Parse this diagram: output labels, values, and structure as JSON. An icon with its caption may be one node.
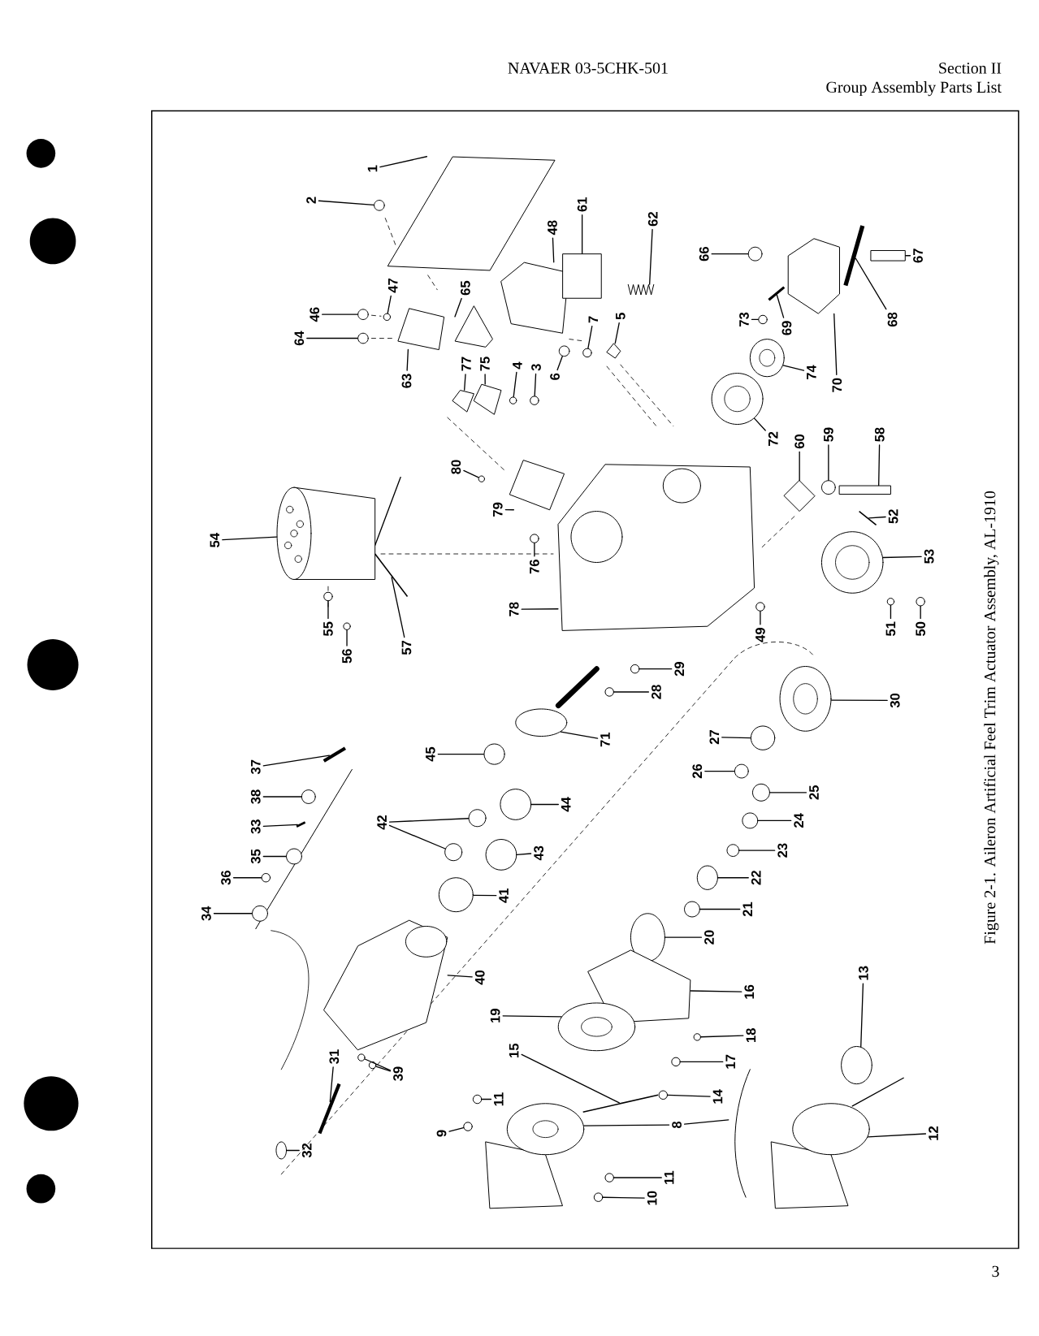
{
  "diagram": {
    "caption": "Figure 2-1. Aileron Artificial Feel Trim Actuator Assembly, AL-1910",
    "nodes": [
      {
        "text": [
          "1"
        ]
      },
      {
        "text": [
          "2"
        ]
      },
      {
        "text": [
          "46"
        ]
      },
      {
        "text": [
          "47"
        ]
      },
      {
        "text": [
          "64"
        ]
      },
      {
        "text": [
          "63"
        ]
      },
      {
        "text": [
          "65"
        ]
      },
      {
        "text": [
          "77"
        ]
      },
      {
        "text": [
          "75"
        ]
      },
      {
        "text": [
          "4"
        ]
      },
      {
        "text": [
          "3"
        ]
      },
      {
        "text": [
          "6"
        ]
      },
      {
        "text": [
          "7"
        ]
      },
      {
        "text": [
          "5"
        ]
      },
      {
        "text": [
          "48"
        ]
      },
      {
        "text": [
          "61"
        ]
      },
      {
        "text": [
          "62"
        ]
      },
      {
        "text": [
          "66"
        ]
      },
      {
        "text": [
          "67"
        ]
      },
      {
        "text": [
          "68"
        ]
      },
      {
        "text": [
          "73"
        ]
      },
      {
        "text": [
          "69"
        ]
      },
      {
        "text": [
          "74"
        ]
      },
      {
        "text": [
          "70"
        ]
      },
      {
        "text": [
          "72"
        ]
      },
      {
        "text": [
          "60"
        ]
      },
      {
        "text": [
          "59"
        ]
      },
      {
        "text": [
          "58"
        ]
      },
      {
        "text": [
          "80"
        ]
      },
      {
        "text": [
          "79"
        ]
      },
      {
        "text": [
          "54"
        ]
      },
      {
        "text": [
          "76"
        ]
      },
      {
        "text": [
          "78"
        ]
      },
      {
        "text": [
          "55"
        ]
      },
      {
        "text": [
          "56"
        ]
      },
      {
        "text": [
          "57"
        ]
      },
      {
        "text": [
          "49"
        ]
      },
      {
        "text": [
          "51"
        ]
      },
      {
        "text": [
          "50"
        ]
      },
      {
        "text": [
          "52"
        ]
      },
      {
        "text": [
          "53"
        ]
      },
      {
        "text": [
          "29"
        ]
      },
      {
        "text": [
          "28"
        ]
      },
      {
        "text": [
          "30"
        ]
      },
      {
        "text": [
          "71"
        ]
      },
      {
        "text": [
          "45"
        ]
      },
      {
        "text": [
          "37"
        ]
      },
      {
        "text": [
          "27"
        ]
      },
      {
        "text": [
          "26"
        ]
      },
      {
        "text": [
          "25"
        ]
      },
      {
        "text": [
          "38"
        ]
      },
      {
        "text": [
          "42"
        ]
      },
      {
        "text": [
          "44"
        ]
      },
      {
        "text": [
          "24"
        ]
      },
      {
        "text": [
          "23"
        ]
      },
      {
        "text": [
          "33"
        ]
      },
      {
        "text": [
          "43"
        ]
      },
      {
        "text": [
          "35"
        ]
      },
      {
        "text": [
          "36"
        ]
      },
      {
        "text": [
          "22"
        ]
      },
      {
        "text": [
          "41"
        ]
      },
      {
        "text": [
          "34"
        ]
      },
      {
        "text": [
          "21"
        ]
      },
      {
        "text": [
          "20"
        ]
      },
      {
        "text": [
          "40"
        ]
      },
      {
        "text": [
          "13"
        ]
      },
      {
        "text": [
          "16"
        ]
      },
      {
        "text": [
          "19"
        ]
      },
      {
        "text": [
          "18"
        ]
      },
      {
        "text": [
          "17"
        ]
      },
      {
        "text": [
          "15"
        ]
      },
      {
        "text": [
          "31"
        ]
      },
      {
        "text": [
          "39"
        ]
      },
      {
        "text": [
          "11"
        ]
      },
      {
        "text": [
          "14"
        ]
      },
      {
        "text": [
          "9"
        ]
      },
      {
        "text": [
          "8"
        ]
      },
      {
        "text": [
          "12"
        ]
      },
      {
        "text": [
          "32"
        ]
      },
      {
        "text": [
          "11"
        ]
      },
      {
        "text": [
          "10"
        ]
      },
      {
        "text": [],
        "shape": "picture"
      },
      {
        "text": [],
        "shape": "circle"
      },
      {
        "text": [],
        "shape": "circle"
      },
      {
        "text": [],
        "shape": "circle"
      },
      {
        "text": [],
        "shape": "circle"
      },
      {
        "text": [],
        "shape": "picture"
      },
      {
        "text": [],
        "shape": "picture"
      },
      {
        "text": [],
        "shape": "picture"
      },
      {
        "text": [],
        "shape": "picture"
      },
      {
        "text": [],
        "shape": "circle"
      },
      {
        "text": [],
        "shape": "circle"
      },
      {
        "text": [],
        "shape": "circle"
      },
      {
        "text": [],
        "shape": "circle"
      },
      {
        "text": [],
        "shape": "picture"
      },
      {
        "text": [],
        "shape": "picture"
      },
      {
        "text": [],
        "shape": "box"
      },
      {
        "text": [],
        "shape": "picture"
      },
      {
        "text": [],
        "shape": "circle"
      },
      {
        "text": [],
        "shape": "box"
      },
      {
        "text": [],
        "shape": "bar"
      },
      {
        "text": [],
        "shape": "circle"
      },
      {
        "text": [],
        "shape": "bar"
      },
      {
        "text": [],
        "shape": "circle"
      },
      {
        "text": [],
        "shape": "picture"
      },
      {
        "text": [],
        "shape": "circle"
      },
      {
        "text": [],
        "shape": "picture"
      },
      {
        "text": [],
        "shape": "circle"
      },
      {
        "text": [],
        "shape": "box"
      },
      {
        "text": [],
        "shape": "circle"
      },
      {
        "text": [],
        "shape": "picture"
      },
      {
        "text": [],
        "shape": "picture"
      },
      {
        "text": [],
        "shape": "circle"
      },
      {
        "text": [],
        "shape": "picture"
      },
      {
        "text": [],
        "shape": "circle"
      },
      {
        "text": [],
        "shape": "circle"
      },
      {
        "text": [],
        "shape": "bar"
      },
      {
        "text": [],
        "shape": "circle"
      },
      {
        "text": [],
        "shape": "circle"
      },
      {
        "text": [],
        "shape": "circle"
      },
      {
        "text": [],
        "shape": "bar"
      },
      {
        "text": [],
        "shape": "circle"
      },
      {
        "text": [],
        "shape": "circle"
      },
      {
        "text": [],
        "shape": "circle"
      },
      {
        "text": [],
        "shape": "circle"
      },
      {
        "text": [],
        "shape": "circle"
      },
      {
        "text": [],
        "shape": "circle"
      },
      {
        "text": [],
        "shape": "bar"
      },
      {
        "text": [],
        "shape": "circle"
      },
      {
        "text": [],
        "shape": "circle"
      },
      {
        "text": [],
        "shape": "circle"
      },
      {
        "text": [],
        "shape": "circle"
      },
      {
        "text": [],
        "shape": "circle"
      },
      {
        "text": [],
        "shape": "circle"
      },
      {
        "text": [],
        "shape": "circle"
      },
      {
        "text": [],
        "shape": "circle"
      },
      {
        "text": [],
        "shape": "circle"
      },
      {
        "text": [],
        "shape": "bar"
      },
      {
        "text": [],
        "shape": "circle"
      },
      {
        "text": [],
        "shape": "circle"
      },
      {
        "text": [],
        "shape": "circle"
      },
      {
        "text": [],
        "shape": "circle"
      },
      {
        "text": [],
        "shape": "circle"
      },
      {
        "text": [],
        "shape": "circle"
      },
      {
        "text": [],
        "shape": "circle"
      },
      {
        "text": [],
        "shape": "circle"
      },
      {
        "text": [],
        "shape": "picture"
      },
      {
        "text": [],
        "shape": "circle"
      },
      {
        "text": [],
        "shape": "picture"
      },
      {
        "text": [],
        "shape": "circle"
      },
      {
        "text": [],
        "shape": "circle"
      },
      {
        "text": [],
        "shape": "circle"
      },
      {
        "text": [],
        "shape": "bar"
      },
      {
        "text": [],
        "shape": "bar"
      },
      {
        "text": [],
        "shape": "circle"
      },
      {
        "text": [],
        "shape": "circle"
      },
      {
        "text": [],
        "shape": "circle"
      },
      {
        "text": [],
        "shape": "circle"
      },
      {
        "text": [],
        "shape": "circle"
      },
      {
        "text": [],
        "shape": "circle"
      },
      {
        "text": [],
        "shape": "picture"
      },
      {
        "text": [],
        "shape": "circle"
      },
      {
        "text": [],
        "shape": "circle"
      },
      {
        "text": [],
        "shape": "circle"
      },
      {
        "text": [],
        "shape": "circle"
      }
    ],
    "edges": [
      {
        "from": 0,
        "to": 81,
        "arrow": "none"
      },
      {
        "from": 1,
        "to": 82,
        "arrow": "none"
      },
      {
        "from": 2,
        "to": 83,
        "arrow": "none"
      },
      {
        "from": 3,
        "to": 84,
        "arrow": "none"
      },
      {
        "from": 4,
        "to": 85,
        "arrow": "none"
      },
      {
        "from": 5,
        "to": 86,
        "arrow": "none"
      },
      {
        "from": 6,
        "to": 87,
        "arrow": "none"
      },
      {
        "from": 7,
        "to": 88,
        "arrow": "none"
      },
      {
        "from": 8,
        "to": 89,
        "arrow": "none"
      },
      {
        "from": 9,
        "to": 90,
        "arrow": "none"
      },
      {
        "from": 10,
        "to": 91,
        "arrow": "none"
      },
      {
        "from": 11,
        "to": 92,
        "arrow": "none"
      },
      {
        "from": 12,
        "to": 93,
        "arrow": "none"
      },
      {
        "from": 13,
        "to": 94,
        "arrow": "none"
      },
      {
        "from": 14,
        "to": 95,
        "arrow": "none"
      },
      {
        "from": 15,
        "to": 96,
        "arrow": "none"
      },
      {
        "from": 16,
        "to": 97,
        "arrow": "none"
      },
      {
        "from": 17,
        "to": 98,
        "arrow": "none"
      },
      {
        "from": 18,
        "to": 99,
        "arrow": "none"
      },
      {
        "from": 19,
        "to": 100,
        "arrow": "none"
      },
      {
        "from": 20,
        "to": 101,
        "arrow": "none"
      },
      {
        "from": 21,
        "to": 102,
        "arrow": "none"
      },
      {
        "from": 22,
        "to": 103,
        "arrow": "none"
      },
      {
        "from": 23,
        "to": 104,
        "arrow": "none"
      },
      {
        "from": 24,
        "to": 105,
        "arrow": "none"
      },
      {
        "from": 25,
        "to": 106,
        "arrow": "none"
      },
      {
        "from": 26,
        "to": 107,
        "arrow": "none"
      },
      {
        "from": 27,
        "to": 108,
        "arrow": "none"
      },
      {
        "from": 28,
        "to": 109,
        "arrow": "none"
      },
      {
        "from": 29,
        "to": 110,
        "arrow": "none"
      },
      {
        "from": 30,
        "to": 111,
        "arrow": "none"
      },
      {
        "from": 31,
        "to": 112,
        "arrow": "none"
      },
      {
        "from": 32,
        "to": 113,
        "arrow": "none"
      },
      {
        "from": 33,
        "to": 114,
        "arrow": "none"
      },
      {
        "from": 34,
        "to": 115,
        "arrow": "none"
      },
      {
        "from": 35,
        "to": 116,
        "arrow": "none"
      },
      {
        "from": 36,
        "to": 117,
        "arrow": "none"
      },
      {
        "from": 37,
        "to": 118,
        "arrow": "none"
      },
      {
        "from": 38,
        "to": 119,
        "arrow": "none"
      },
      {
        "from": 39,
        "to": 120,
        "arrow": "none"
      },
      {
        "from": 40,
        "to": 121,
        "arrow": "none"
      },
      {
        "from": 41,
        "to": 122,
        "arrow": "none"
      },
      {
        "from": 42,
        "to": 123,
        "arrow": "none"
      },
      {
        "from": 43,
        "to": 124,
        "arrow": "none"
      },
      {
        "from": 44,
        "to": 125,
        "arrow": "none"
      },
      {
        "from": 45,
        "to": 126,
        "arrow": "none"
      },
      {
        "from": 46,
        "to": 127,
        "arrow": "none"
      },
      {
        "from": 47,
        "to": 128,
        "arrow": "none"
      },
      {
        "from": 48,
        "to": 129,
        "arrow": "none"
      },
      {
        "from": 49,
        "to": 130,
        "arrow": "none"
      },
      {
        "from": 50,
        "to": 131,
        "arrow": "none"
      },
      {
        "from": 51,
        "to": 132,
        "arrow": "none"
      },
      {
        "from": 51,
        "to": 133,
        "arrow": "none"
      },
      {
        "from": 52,
        "to": 134,
        "arrow": "none"
      },
      {
        "from": 53,
        "to": 135,
        "arrow": "none"
      },
      {
        "from": 54,
        "to": 136,
        "arrow": "none"
      },
      {
        "from": 55,
        "to": 137,
        "arrow": "none"
      },
      {
        "from": 56,
        "to": 138,
        "arrow": "none"
      },
      {
        "from": 57,
        "to": 139,
        "arrow": "none"
      },
      {
        "from": 58,
        "to": 140,
        "arrow": "none"
      },
      {
        "from": 59,
        "to": 141,
        "arrow": "none"
      },
      {
        "from": 60,
        "to": 142,
        "arrow": "none"
      },
      {
        "from": 61,
        "to": 143,
        "arrow": "none"
      },
      {
        "from": 62,
        "to": 144,
        "arrow": "none"
      },
      {
        "from": 63,
        "to": 145,
        "arrow": "none"
      },
      {
        "from": 64,
        "to": 146,
        "arrow": "none"
      },
      {
        "from": 65,
        "to": 147,
        "arrow": "none"
      },
      {
        "from": 66,
        "to": 148,
        "arrow": "none"
      },
      {
        "from": 67,
        "to": 149,
        "arrow": "none"
      },
      {
        "from": 68,
        "to": 150,
        "arrow": "none"
      },
      {
        "from": 69,
        "to": 151,
        "arrow": "none"
      },
      {
        "from": 70,
        "to": 152,
        "arrow": "none"
      },
      {
        "from": 71,
        "to": 153,
        "arrow": "none"
      },
      {
        "from": 72,
        "to": 154,
        "arrow": "none"
      },
      {
        "from": 72,
        "to": 155,
        "arrow": "none"
      },
      {
        "from": 73,
        "to": 156,
        "arrow": "none"
      },
      {
        "from": 74,
        "to": 157,
        "arrow": "none"
      },
      {
        "from": 75,
        "to": 158,
        "arrow": "none"
      },
      {
        "from": 76,
        "to": 159,
        "arrow": "none"
      },
      {
        "from": 76,
        "to": 160,
        "arrow": "none"
      },
      {
        "from": 77,
        "to": 161,
        "arrow": "none"
      },
      {
        "from": 78,
        "to": 162,
        "arrow": "none"
      },
      {
        "from": 79,
        "to": 163,
        "arrow": "none"
      },
      {
        "from": 80,
        "to": 164,
        "arrow": "none"
      }
    ],
    "labels": [
      "NAVAER 03-5CHK-501",
      "Section II",
      "Group Assembly Parts List",
      "3"
    ]
  }
}
